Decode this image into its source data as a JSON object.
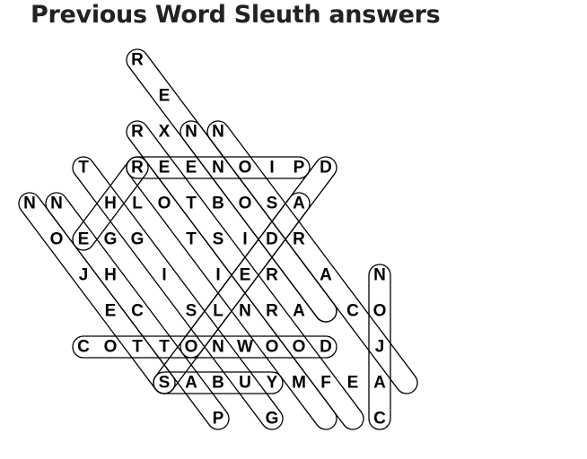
{
  "page": {
    "title": "Previous Word Sleuth answers"
  },
  "puzzle": {
    "rows": 11,
    "cols": 11,
    "letters": [
      {
        "row": 0,
        "col": 3,
        "char": "R"
      },
      {
        "row": 1,
        "col": 4,
        "char": "E"
      },
      {
        "row": 2,
        "col": 3,
        "char": "R"
      },
      {
        "row": 2,
        "col": 4,
        "char": "X"
      },
      {
        "row": 2,
        "col": 5,
        "char": "N"
      },
      {
        "row": 2,
        "col": 6,
        "char": "N"
      },
      {
        "row": 3,
        "col": 1,
        "char": "T"
      },
      {
        "row": 3,
        "col": 3,
        "char": "R"
      },
      {
        "row": 3,
        "col": 4,
        "char": "E"
      },
      {
        "row": 3,
        "col": 5,
        "char": "E"
      },
      {
        "row": 3,
        "col": 6,
        "char": "N"
      },
      {
        "row": 3,
        "col": 7,
        "char": "O"
      },
      {
        "row": 3,
        "col": 8,
        "char": "I"
      },
      {
        "row": 3,
        "col": 9,
        "char": "P"
      },
      {
        "row": 3,
        "col": 10,
        "char": "D"
      },
      {
        "row": 4,
        "col": -1,
        "char": "N"
      },
      {
        "row": 4,
        "col": 0,
        "char": "N"
      },
      {
        "row": 4,
        "col": 2,
        "char": "H"
      },
      {
        "row": 4,
        "col": 3,
        "char": "L"
      },
      {
        "row": 4,
        "col": 4,
        "char": "O"
      },
      {
        "row": 4,
        "col": 5,
        "char": "T"
      },
      {
        "row": 4,
        "col": 6,
        "char": "B"
      },
      {
        "row": 4,
        "col": 7,
        "char": "O"
      },
      {
        "row": 4,
        "col": 8,
        "char": "S"
      },
      {
        "row": 4,
        "col": 9,
        "char": "A"
      },
      {
        "row": 5,
        "col": 0,
        "char": "O"
      },
      {
        "row": 5,
        "col": 1,
        "char": "E"
      },
      {
        "row": 5,
        "col": 2,
        "char": "G"
      },
      {
        "row": 5,
        "col": 3,
        "char": "G"
      },
      {
        "row": 5,
        "col": 5,
        "char": "T"
      },
      {
        "row": 5,
        "col": 6,
        "char": "S"
      },
      {
        "row": 5,
        "col": 7,
        "char": "I"
      },
      {
        "row": 5,
        "col": 8,
        "char": "D"
      },
      {
        "row": 5,
        "col": 9,
        "char": "R"
      },
      {
        "row": 6,
        "col": 1,
        "char": "J"
      },
      {
        "row": 6,
        "col": 2,
        "char": "H"
      },
      {
        "row": 6,
        "col": 4,
        "char": "I"
      },
      {
        "row": 6,
        "col": 6,
        "char": "I"
      },
      {
        "row": 6,
        "col": 7,
        "char": "E"
      },
      {
        "row": 6,
        "col": 8,
        "char": "R"
      },
      {
        "row": 6,
        "col": 10,
        "char": "A"
      },
      {
        "row": 6,
        "col": 12,
        "char": "N"
      },
      {
        "row": 7,
        "col": 2,
        "char": "E"
      },
      {
        "row": 7,
        "col": 3,
        "char": "C"
      },
      {
        "row": 7,
        "col": 5,
        "char": "S"
      },
      {
        "row": 7,
        "col": 6,
        "char": "L"
      },
      {
        "row": 7,
        "col": 7,
        "char": "N"
      },
      {
        "row": 7,
        "col": 8,
        "char": "R"
      },
      {
        "row": 7,
        "col": 9,
        "char": "A"
      },
      {
        "row": 7,
        "col": 11,
        "char": "C"
      },
      {
        "row": 7,
        "col": 12,
        "char": "O"
      },
      {
        "row": 8,
        "col": 1,
        "char": "C"
      },
      {
        "row": 8,
        "col": 2,
        "char": "O"
      },
      {
        "row": 8,
        "col": 3,
        "char": "T"
      },
      {
        "row": 8,
        "col": 4,
        "char": "T"
      },
      {
        "row": 8,
        "col": 5,
        "char": "O"
      },
      {
        "row": 8,
        "col": 6,
        "char": "N"
      },
      {
        "row": 8,
        "col": 7,
        "char": "W"
      },
      {
        "row": 8,
        "col": 8,
        "char": "O"
      },
      {
        "row": 8,
        "col": 9,
        "char": "O"
      },
      {
        "row": 8,
        "col": 10,
        "char": "D"
      },
      {
        "row": 8,
        "col": 12,
        "char": "J"
      },
      {
        "row": 9,
        "col": 4,
        "char": "S"
      },
      {
        "row": 9,
        "col": 5,
        "char": "A"
      },
      {
        "row": 9,
        "col": 6,
        "char": "B"
      },
      {
        "row": 9,
        "col": 7,
        "char": "U"
      },
      {
        "row": 9,
        "col": 8,
        "char": "Y"
      },
      {
        "row": 9,
        "col": 9,
        "char": "M"
      },
      {
        "row": 9,
        "col": 10,
        "char": "F"
      },
      {
        "row": 9,
        "col": 11,
        "char": "E"
      },
      {
        "row": 9,
        "col": 12,
        "char": "A"
      },
      {
        "row": 10,
        "col": 6,
        "char": "P"
      },
      {
        "row": 10,
        "col": 8,
        "char": "G"
      },
      {
        "row": 10,
        "col": 12,
        "char": "C"
      }
    ],
    "found_words": [
      {
        "from": [
          3,
          3
        ],
        "to": [
          3,
          9
        ]
      },
      {
        "from": [
          8,
          1
        ],
        "to": [
          8,
          10
        ]
      },
      {
        "from": [
          9,
          4
        ],
        "to": [
          9,
          8
        ]
      },
      {
        "from": [
          6,
          12
        ],
        "to": [
          10,
          12
        ]
      },
      {
        "from": [
          0,
          3
        ],
        "to": [
          7,
          10
        ]
      },
      {
        "from": [
          2,
          3
        ],
        "to": [
          10,
          11
        ]
      },
      {
        "from": [
          2,
          5
        ],
        "to": [
          7,
          10
        ]
      },
      {
        "from": [
          2,
          6
        ],
        "to": [
          9,
          13
        ]
      },
      {
        "from": [
          3,
          1
        ],
        "to": [
          10,
          8
        ]
      },
      {
        "from": [
          4,
          -1
        ],
        "to": [
          9,
          4
        ]
      },
      {
        "from": [
          4,
          0
        ],
        "to": [
          10,
          6
        ]
      },
      {
        "from": [
          3,
          3
        ],
        "to": [
          10,
          10
        ]
      },
      {
        "from": [
          3,
          10
        ],
        "to": [
          8,
          5
        ]
      },
      {
        "from": [
          4,
          9
        ],
        "to": [
          9,
          4
        ]
      },
      {
        "from": [
          3,
          3
        ],
        "to": [
          5,
          1
        ]
      }
    ]
  }
}
